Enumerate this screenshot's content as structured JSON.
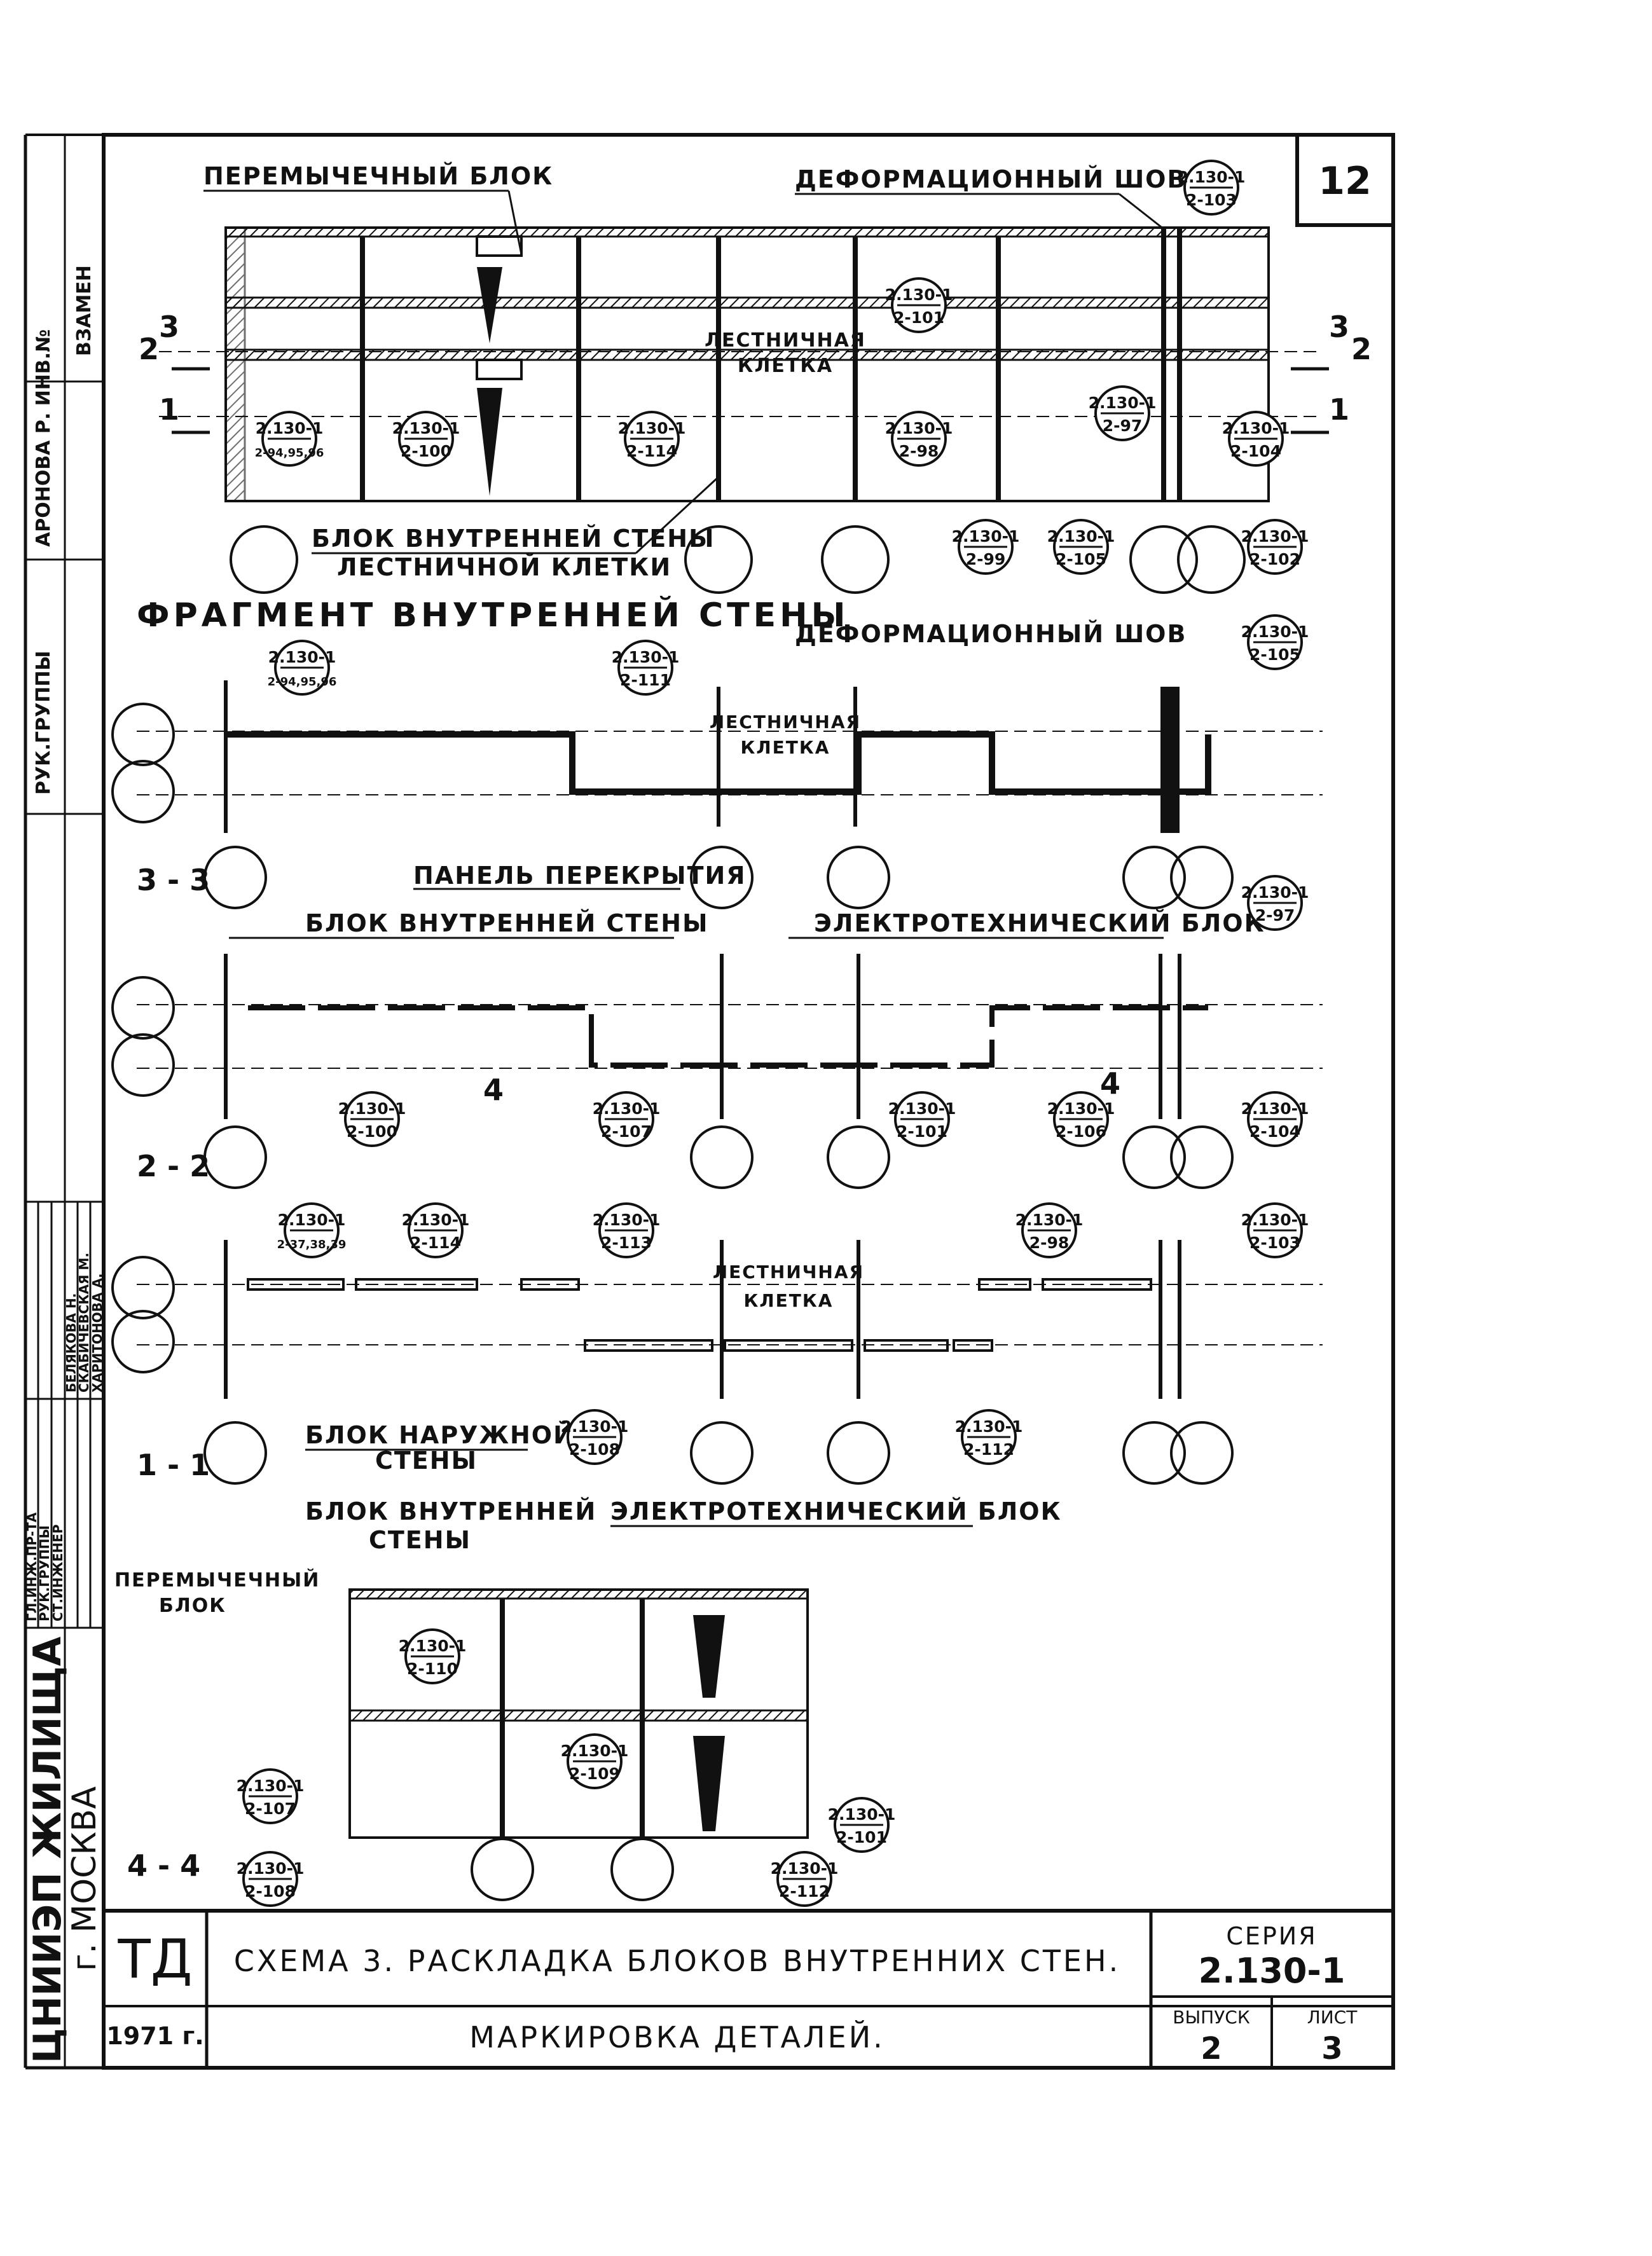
{
  "sheet_number": "12",
  "labels": {
    "lintel_block_top": "ПЕРЕМЫЧЕЧНЫЙ БЛОК",
    "expansion_joint_top": "ДЕФОРМАЦИОННЫЙ ШОВ",
    "stairwell_top": [
      "ЛЕСТНИЧНАЯ",
      "КЛЕТКА"
    ],
    "stair_wall_block": [
      "БЛОК ВНУТРЕННЕЙ СТЕНЫ",
      "ЛЕСТНИЧНОЙ КЛЕТКИ"
    ],
    "fragment_title": "ФРАГМЕНТ  ВНУТРЕННЕЙ  СТЕНЫ",
    "expansion_joint_33": "ДЕФОРМАЦИОННЫЙ ШОВ",
    "stairwell_33": [
      "ЛЕСТНИЧНАЯ",
      "КЛЕТКА"
    ],
    "floor_panel": "ПАНЕЛЬ ПЕРЕКРЫТИЯ",
    "inner_wall_block_22": "БЛОК ВНУТРЕННЕЙ СТЕНЫ",
    "electrical_block_22": "ЭЛЕКТРОТЕХНИЧЕСКИЙ БЛОК",
    "stairwell_11": [
      "ЛЕСТНИЧНАЯ",
      "КЛЕТКА"
    ],
    "outer_wall_block": [
      "БЛОК НАРУЖНОЙ",
      "СТЕНЫ"
    ],
    "inner_wall_block_44": [
      "БЛОК ВНУТРЕННЕЙ",
      "СТЕНЫ"
    ],
    "electrical_block_44": "ЭЛЕКТРОТЕХНИЧЕСКИЙ БЛОК",
    "lintel_block_44": [
      "ПЕРЕМЫЧЕЧНЫЙ",
      "БЛОК"
    ]
  },
  "section_labels": {
    "s33": "3 - 3",
    "s22": "2 - 2",
    "s11": "1 - 1",
    "s44": "4 - 4",
    "cut_2": "2",
    "cut_3": "3",
    "cut_1": "1",
    "cut_4": "4"
  },
  "markers": [
    {
      "id": "m01",
      "top": "2.130-1",
      "bottom": "2-103"
    },
    {
      "id": "m02",
      "top": "2.130-1",
      "bottom": "2-101"
    },
    {
      "id": "m03",
      "top": "2.130-1",
      "bottom": "2-94,95,96"
    },
    {
      "id": "m04",
      "top": "2.130-1",
      "bottom": "2-100"
    },
    {
      "id": "m05",
      "top": "2.130-1",
      "bottom": "2-114"
    },
    {
      "id": "m06",
      "top": "2.130-1",
      "bottom": "2-98"
    },
    {
      "id": "m07",
      "top": "2.130-1",
      "bottom": "2-97"
    },
    {
      "id": "m08",
      "top": "2.130-1",
      "bottom": "2-104"
    },
    {
      "id": "m09",
      "top": "2.130-1",
      "bottom": "2-99"
    },
    {
      "id": "m10",
      "top": "2.130-1",
      "bottom": "2-105"
    },
    {
      "id": "m11",
      "top": "2.130-1",
      "bottom": "2-102"
    },
    {
      "id": "m12",
      "top": "2.130-1",
      "bottom": "2-94,95,96"
    },
    {
      "id": "m13",
      "top": "2.130-1",
      "bottom": "2-111"
    },
    {
      "id": "m14",
      "top": "2.130-1",
      "bottom": "2-105"
    },
    {
      "id": "m15",
      "top": "2.130-1",
      "bottom": "2-97"
    },
    {
      "id": "m16",
      "top": "2.130-1",
      "bottom": "2-100"
    },
    {
      "id": "m17",
      "top": "2.130-1",
      "bottom": "2-107"
    },
    {
      "id": "m18",
      "top": "2.130-1",
      "bottom": "2-101"
    },
    {
      "id": "m19",
      "top": "2.130-1",
      "bottom": "2-106"
    },
    {
      "id": "m20",
      "top": "2.130-1",
      "bottom": "2-104"
    },
    {
      "id": "m21",
      "top": "2.130-1",
      "bottom": "2-37,38,39"
    },
    {
      "id": "m22",
      "top": "2.130-1",
      "bottom": "2-114"
    },
    {
      "id": "m23",
      "top": "2.130-1",
      "bottom": "2-113"
    },
    {
      "id": "m24",
      "top": "2.130-1",
      "bottom": "2-98"
    },
    {
      "id": "m25",
      "top": "2.130-1",
      "bottom": "2-103"
    },
    {
      "id": "m26",
      "top": "2.130-1",
      "bottom": "2-108"
    },
    {
      "id": "m27",
      "top": "2.130-1",
      "bottom": "2-112"
    },
    {
      "id": "m28",
      "top": "2.130-1",
      "bottom": "2-110"
    },
    {
      "id": "m29",
      "top": "2.130-1",
      "bottom": "2-109"
    },
    {
      "id": "m30",
      "top": "2.130-1",
      "bottom": "2-107"
    },
    {
      "id": "m31",
      "top": "2.130-1",
      "bottom": "2-101"
    },
    {
      "id": "m32",
      "top": "2.130-1",
      "bottom": "2-108"
    },
    {
      "id": "m33",
      "top": "2.130-1",
      "bottom": "2-112"
    }
  ],
  "title_block": {
    "td": "ТД",
    "year": "1971 г.",
    "title": "СХЕМА 3.  РАСКЛАДКА  БЛОКОВ ВНУТРЕННИХ СТЕН.",
    "subtitle": "МАРКИРОВКА  ДЕТАЛЕЙ.",
    "series_label": "СЕРИЯ",
    "series_value": "2.130-1",
    "issue_label": "ВЫПУСК",
    "issue_value": "2",
    "sheet_label": "ЛИСТ",
    "sheet_value": "3"
  },
  "side_stamp": {
    "institute": "ЦНИИЭП ЖИЛИЩА",
    "city": "г. МОСКВА",
    "roles": [
      "ГЛ.ИНЖ.ПР-ТА",
      "РУК.ГРУППЫ",
      "СТ.ИНЖЕНЕР"
    ],
    "names": [
      "БЕЛЯКОВА Н.",
      "СКАБИЧЕВСКАЯ М.",
      "ХАРИТОНОВА А."
    ],
    "top_cells": [
      "ВЗАМЕН",
      "АРОНОВА Р. ИНВ.№",
      "РУК.ГРУППЫ"
    ]
  }
}
